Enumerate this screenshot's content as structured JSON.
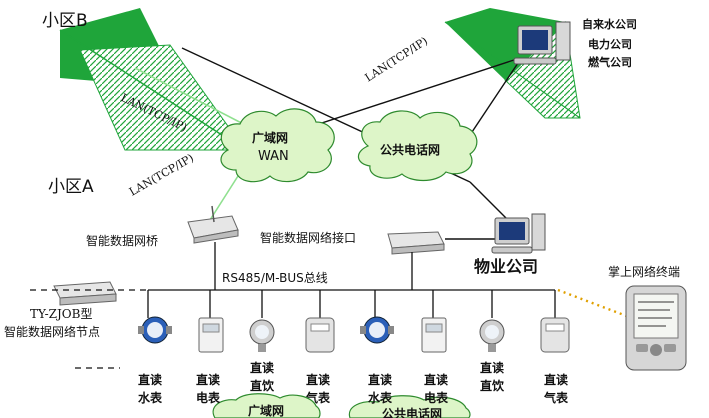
{
  "zones": {
    "zone_b": "小区B",
    "zone_a": "小区A",
    "property_company": "物业公司"
  },
  "utilities": [
    "自来水公司",
    "电力公司",
    "燃气公司"
  ],
  "links": {
    "lan_top": "LAN(TCP/IP)",
    "lan_left_upper": "LAN(TCP/IP)",
    "lan_left_lower": "LAN(TCP/IP)"
  },
  "clouds": {
    "wan_title": "广域网",
    "wan_sub": "WAN",
    "pstn": "公共电话网",
    "bottom_wan": "广域网",
    "bottom_pstn": "公共电话网"
  },
  "devices": {
    "bridge": "智能数据网桥",
    "gateway": "智能数据网络接口",
    "bus": "RS485/M-BUS总线",
    "node_model": "TY-ZJOB型",
    "node_name": "智能数据网络节点",
    "handheld": "掌上网络终端"
  },
  "meters": [
    [
      "直读",
      "水表"
    ],
    [
      "直读",
      "电表"
    ],
    [
      "直读",
      "直饮"
    ],
    [
      "直读",
      "气表"
    ],
    [
      "直读",
      "水表"
    ],
    [
      "直读",
      "电表"
    ],
    [
      "直读",
      "直饮"
    ],
    [
      "直读",
      "气表"
    ]
  ],
  "colors": {
    "green": "#1fa53a",
    "line": "#111111",
    "wan_line": "#8fe08f",
    "cloud_fill": "#ddf5c8",
    "cloud_stroke": "#2e8b2e",
    "dotted": "#e0a000"
  }
}
